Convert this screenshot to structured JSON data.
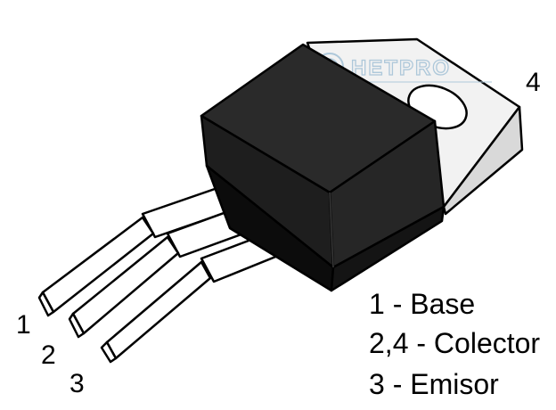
{
  "watermark": {
    "text": "HETPRO",
    "color": "#aec8da"
  },
  "pins": [
    {
      "label": "1"
    },
    {
      "label": "2"
    },
    {
      "label": "3"
    },
    {
      "label": "4"
    }
  ],
  "legend": [
    {
      "text": "1 - Base"
    },
    {
      "text": "2,4 - Colector"
    },
    {
      "text": "3 - Emisor"
    }
  ],
  "colors": {
    "body": "#1e1e1e",
    "body_dark": "#0c0c0c",
    "tab": "#f2f2f2",
    "outline": "#000000"
  }
}
